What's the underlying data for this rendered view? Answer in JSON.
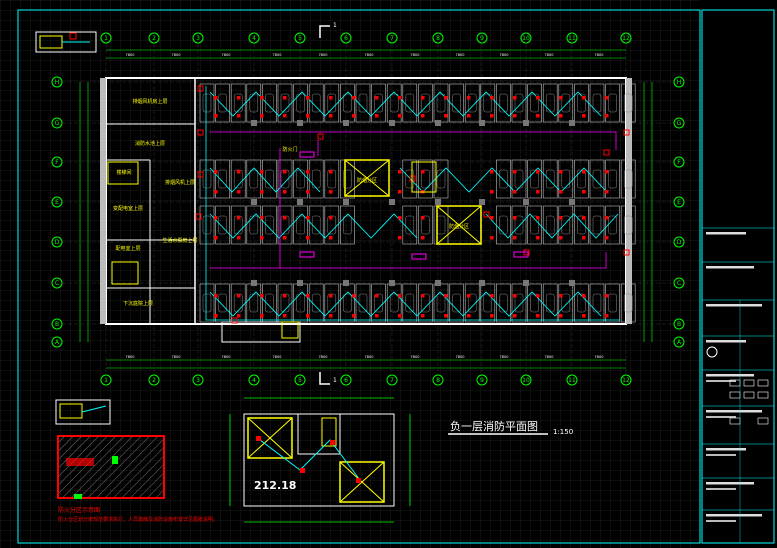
{
  "drawing": {
    "title": "负一层消防平面图",
    "scale": "1:150",
    "area_value": "212.18",
    "section_mark": "1",
    "legend_title": "防火分区示意图",
    "note_line": "防火分区划分按规范要求执行，人员疏散及消防设施布置详见图纸说明。"
  },
  "axes": {
    "columns": [
      "1",
      "2",
      "3",
      "4",
      "5",
      "6",
      "7",
      "8",
      "9",
      "10",
      "11",
      "12"
    ],
    "rows_left": [
      "H",
      "G",
      "F",
      "E",
      "D",
      "C",
      "B",
      "A"
    ],
    "rows_right": [
      "H",
      "G",
      "F",
      "E",
      "D",
      "C",
      "B",
      "A"
    ],
    "span_label": "7800"
  },
  "rooms": [
    {
      "label": "排烟风机房上层"
    },
    {
      "label": "消防水池上层"
    },
    {
      "label": "楼梯间"
    },
    {
      "label": "排烟风机上层"
    },
    {
      "label": "变配电室上层"
    },
    {
      "label": "配电室上层"
    },
    {
      "label": "生活水泵房上层"
    },
    {
      "label": "下沉庭院上层"
    }
  ],
  "zones": [
    {
      "label": "防烟分区"
    },
    {
      "label": "防烟分区"
    },
    {
      "label": "防火门"
    }
  ],
  "title_block": {
    "rows": [
      "",
      "",
      "",
      "",
      "",
      "",
      "",
      "",
      ""
    ]
  },
  "colors": {
    "background": "#000000",
    "grid": "#1a1a1a",
    "wall": "#ffffff",
    "axis_circle": "#00ff00",
    "dimension": "#00ff00",
    "fire_line": "#00ffff",
    "parking": "#c0c0c0",
    "device": "#ff0000",
    "smoke_zone": "#ffff00",
    "pipe": "#ff00ff",
    "note": "#ff0000",
    "title": "#ffffff",
    "frame": "#00ffff"
  }
}
